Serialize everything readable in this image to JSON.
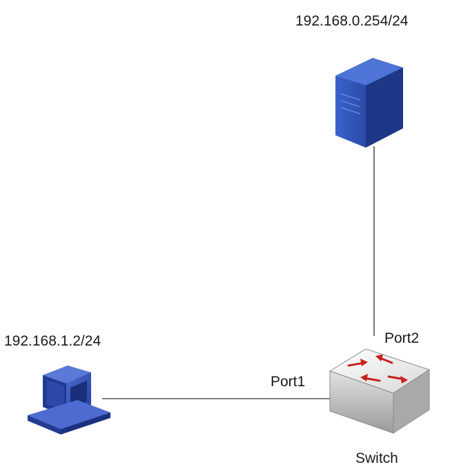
{
  "diagram": {
    "server": {
      "ip_label": "192.168.0.254/24",
      "icon": "server-icon",
      "color": "#2b4fb3"
    },
    "pc": {
      "ip_label": "192.168.1.2/24",
      "icon": "computer-icon",
      "color": "#2f4fb0"
    },
    "switch": {
      "name": "Switch",
      "icon": "switch-icon",
      "port_a": "Port1",
      "port_b": "Port2",
      "arrow_color": "#c8201d"
    },
    "links": [
      {
        "from": "pc",
        "to": "switch",
        "port": "Port1"
      },
      {
        "from": "server",
        "to": "switch",
        "port": "Port2"
      }
    ]
  }
}
